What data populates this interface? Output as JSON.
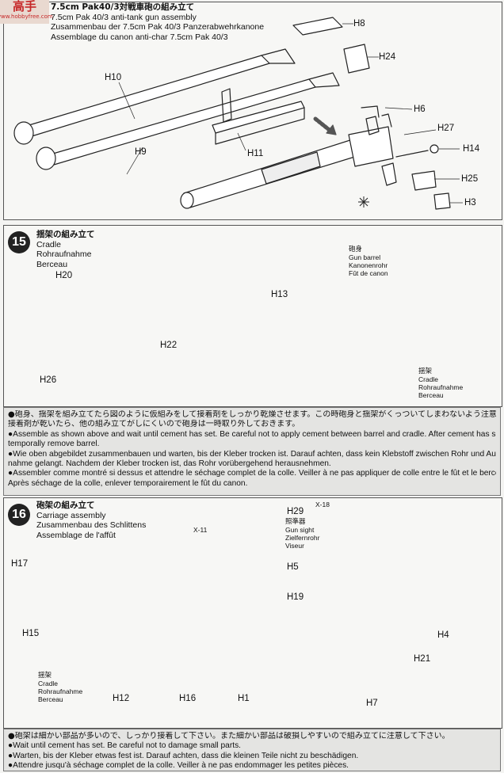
{
  "watermark": {
    "text": "高手",
    "site": "www.hobbyfree.com"
  },
  "step14": {
    "title_ja": "7.5cm Pak40/3対戦車砲の組み立て",
    "title_en": "7.5cm Pak 40/3 anti-tank gun assembly",
    "title_de": "Zusammenbau der 7.5cm Pak 40/3 Panzerabwehrkanone",
    "title_fr": "Assemblage du canon anti-char 7.5cm Pak 40/3",
    "parts": [
      "H8",
      "H24",
      "H10",
      "H6",
      "H27",
      "H14",
      "H25",
      "H3",
      "H9",
      "H11"
    ]
  },
  "step15": {
    "number": "15",
    "title_ja": "揺架の組み立て",
    "title_en": "Cradle",
    "title_de": "Rohraufnahme",
    "title_fr": "Berceau",
    "parts": [
      "H20",
      "H13",
      "H22",
      "H26"
    ],
    "gun_barrel_ja": "砲身",
    "gun_barrel_en": "Gun barrel",
    "gun_barrel_de": "Kanonenrohr",
    "gun_barrel_fr": "Fût de canon",
    "cradle_ja": "揺架",
    "cradle_en": "Cradle",
    "cradle_de": "Rohraufnahme",
    "cradle_fr": "Berceau"
  },
  "note15": {
    "ja1": "●砲身、揺架を組み立てたら図のように仮組みをして接着剤をしっかり乾燥させます。この時砲身と揺架がくっついてしまわないよう注意します。",
    "ja2": "接着剤が乾いたら、他の組み立てがしにくいので砲身は一時取り外しておきます。",
    "en1": "●Assemble as shown above and wait until cement has set. Be careful not to apply cement between barrel and cradle. After cement has set,",
    "en2": "temporally remove barrel.",
    "de1": "●Wie oben abgebildet zusammenbauen und warten, bis der Kleber trocken ist. Darauf achten, dass kein Klebstoff zwischen Rohr und Auf-",
    "de2": "nahme gelangt. Nachdem der Kleber trocken ist, das Rohr vorübergehend herausnehmen.",
    "fr1": "●Assembler comme montré si dessus et attendre le séchage complet de la colle. Veiller à ne pas appliquer de colle entre le fût et le berceau.",
    "fr2": "Après séchage de la colle, enlever temporairement le fût du canon."
  },
  "step16": {
    "number": "16",
    "title_ja": "砲架の組み立て",
    "title_en": "Carriage assembly",
    "title_de": "Zusammenbau des Schlittens",
    "title_fr": "Assemblage de l'affût",
    "parts": [
      "H17",
      "X-11",
      "H15",
      "H12",
      "H16",
      "H1",
      "H29",
      "X-18",
      "H5",
      "H19",
      "H4",
      "H21",
      "H7"
    ],
    "sight_ja": "照準器",
    "sight_en": "Gun sight",
    "sight_de": "Zielfernrohr",
    "sight_fr": "Viseur",
    "cradle_ja": "揺架",
    "cradle_en": "Cradle",
    "cradle_de": "Rohraufnahme",
    "cradle_fr": "Berceau"
  },
  "note16": {
    "ja": "●砲架は細かい部品が多いので、しっかり接着して下さい。また細かい部品は破損しやすいので組み立てに注意して下さい。",
    "en": "●Wait until cement has set. Be careful not to damage small parts.",
    "de": "●Warten, bis der Kleber etwas fest ist. Darauf achten, dass die kleinen Teile nicht zu beschädigen.",
    "fr": "●Attendre jusqu'à séchage complet de la colle. Veiller à ne pas endommager les petites pièces."
  }
}
